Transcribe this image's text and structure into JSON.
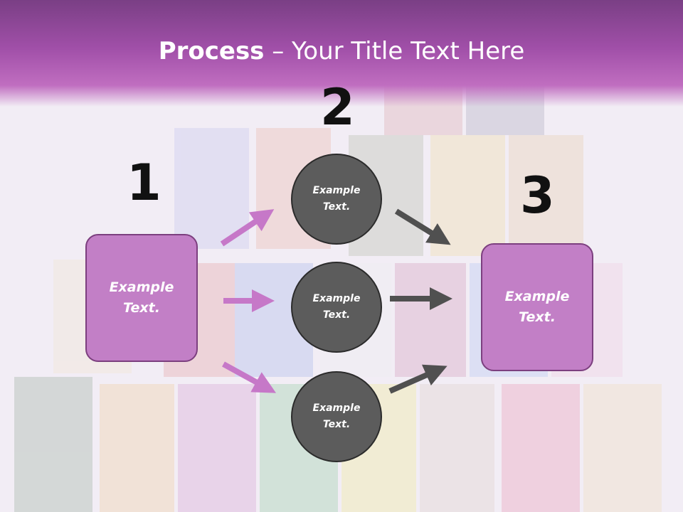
{
  "title": {
    "bold": "Process",
    "rest": " – Your Title Text Here"
  },
  "steps": [
    {
      "number": "1",
      "box_text": "Example Text."
    },
    {
      "number": "2"
    },
    {
      "number": "3",
      "box_text": "Example Text."
    }
  ],
  "circles": [
    {
      "text": "Example Text."
    },
    {
      "text": "Example Text."
    },
    {
      "text": "Example Text."
    }
  ],
  "colors": {
    "header": "#a04fa8",
    "box_fill": "#c27fc6",
    "circle_fill": "#5c5c5c",
    "arrow_in": "#c678c8",
    "arrow_out": "#505050"
  }
}
